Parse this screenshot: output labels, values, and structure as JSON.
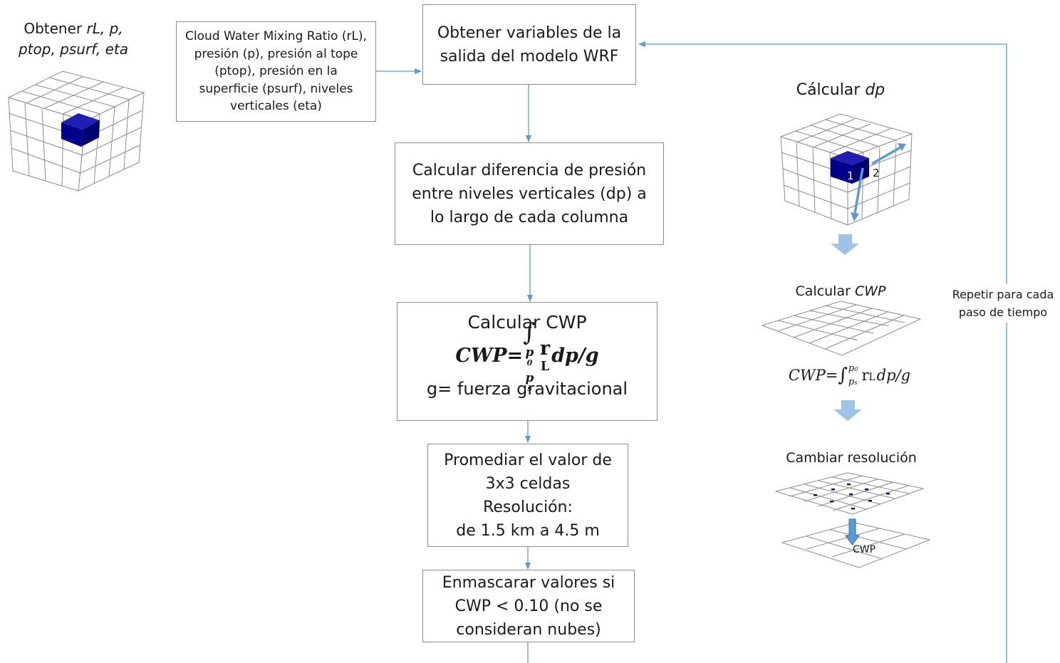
{
  "left_panel": {
    "label_prefix": "Obtener",
    "label_vars_1": "rL, p,",
    "label_vars_2": "ptop, psurf, eta"
  },
  "input_box": {
    "lines": [
      "Cloud Water Mixing Ratio (rL),",
      "presión (p), presión al tope",
      "(ptop), presión en la",
      "superficie (psurf), niveles",
      "verticales (eta)"
    ]
  },
  "flow": {
    "step1": [
      "Obtener variables de la",
      "salida del modelo WRF"
    ],
    "step2": [
      "Calcular diferencia de presión",
      "entre niveles verticales (dp) a",
      "lo largo de cada columna"
    ],
    "step3": {
      "title": "Calcular CWP",
      "formula_lhs": "CWP=",
      "formula_upper": "p",
      "formula_upper_sub": "0",
      "formula_lower": "p",
      "formula_lower_sub": "s",
      "formula_r": "r",
      "formula_r_sub": "L",
      "formula_rest": "dp/g",
      "note": "g= fuerza gravitacional"
    },
    "step4": [
      "Promediar el valor de",
      "3x3 celdas",
      "Resolución:",
      "de 1.5 km a 4.5 m"
    ],
    "step5": [
      "Enmascarar valores si",
      "CWP < 0.10 (no se",
      "consideran nubes)"
    ]
  },
  "right_panel": {
    "dp_label_prefix": "Cálcular",
    "dp_label_var": "dp",
    "arrow_label_1": "1",
    "arrow_label_2": "2",
    "cwp_label_prefix": "Calcular",
    "cwp_label_var": "CWP",
    "formula_lhs": "CWP=",
    "formula_upper": "p",
    "formula_upper_sub": "0",
    "formula_lower": "p",
    "formula_lower_sub": "s",
    "formula_r": "r",
    "formula_r_sub": "L",
    "formula_rest": "dp/g",
    "resolution_label": "Cambiar resolución",
    "bottom_grid_label": "CWP"
  },
  "loop": {
    "label_lines": [
      "Repetir para cada",
      "paso de tiempo"
    ]
  },
  "colors": {
    "cube_fill": "#00008b",
    "arrow_line": "#5b9bd5",
    "block_arrow": "#9dc3e6",
    "box_border": "#8c8c8c",
    "grid_line": "#8c8c8c"
  }
}
